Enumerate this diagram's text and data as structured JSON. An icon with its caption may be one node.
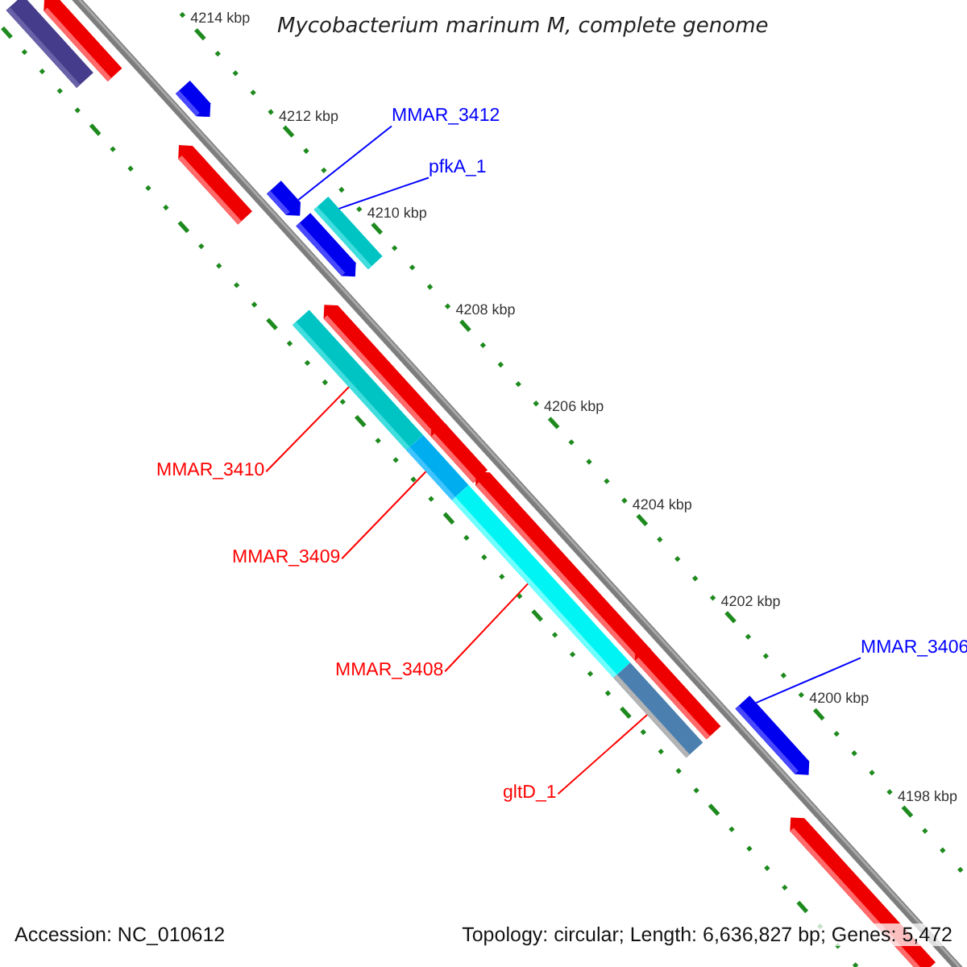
{
  "diagram": {
    "title": "Mycobacterium marinum M, complete genome",
    "nodes": [
      {
        "text": [
          "MMAR_3412"
        ]
      },
      {
        "text": [
          "pfkA_1"
        ]
      },
      {
        "text": [
          "MMAR_3410"
        ]
      },
      {
        "text": [
          "MMAR_3409"
        ]
      },
      {
        "text": [
          "MMAR_3408"
        ]
      },
      {
        "text": [
          "gltD_1"
        ]
      },
      {
        "text": [
          "MMAR_3406"
        ]
      },
      {
        "text": [],
        "shape": "bar"
      },
      {
        "text": [],
        "shape": "bar"
      },
      {
        "text": [],
        "shape": "bar"
      },
      {
        "text": [],
        "shape": "bar"
      },
      {
        "text": [],
        "shape": "bar"
      },
      {
        "text": [],
        "shape": "bar"
      },
      {
        "text": [],
        "shape": "bar"
      },
      {
        "text": [],
        "shape": "bar"
      },
      {
        "text": [],
        "shape": "bar"
      },
      {
        "text": [],
        "shape": "bar"
      },
      {
        "text": [],
        "shape": "bar"
      },
      {
        "text": [],
        "shape": "bar"
      },
      {
        "text": [],
        "shape": "bar"
      },
      {
        "text": [],
        "shape": "bar"
      },
      {
        "text": [],
        "shape": "bar"
      },
      {
        "text": [],
        "shape": "bar"
      },
      {
        "text": [],
        "shape": "bar"
      }
    ],
    "edges": [
      {
        "from": 0,
        "to": 11,
        "arrow": "none",
        "color": "#0000ff"
      },
      {
        "from": 1,
        "to": 13,
        "arrow": "none",
        "color": "#0000ff"
      },
      {
        "from": 2,
        "to": 14,
        "arrow": "none"
      },
      {
        "from": 3,
        "to": 17,
        "arrow": "none"
      },
      {
        "from": 4,
        "to": 19,
        "arrow": "none"
      },
      {
        "from": 5,
        "to": 21,
        "arrow": "none"
      },
      {
        "from": 6,
        "to": 22,
        "arrow": "none",
        "color": "#0000ff"
      }
    ],
    "labels": [
      "4214 kbp",
      "4212 kbp",
      "4210 kbp",
      "4208 kbp",
      "4206 kbp",
      "4204 kbp",
      "4202 kbp",
      "4200 kbp",
      "4198 kbp",
      "Accession: NC_010612",
      "Topology: circular; Length: 6,636,827 bp; Genes: 5,472"
    ]
  }
}
